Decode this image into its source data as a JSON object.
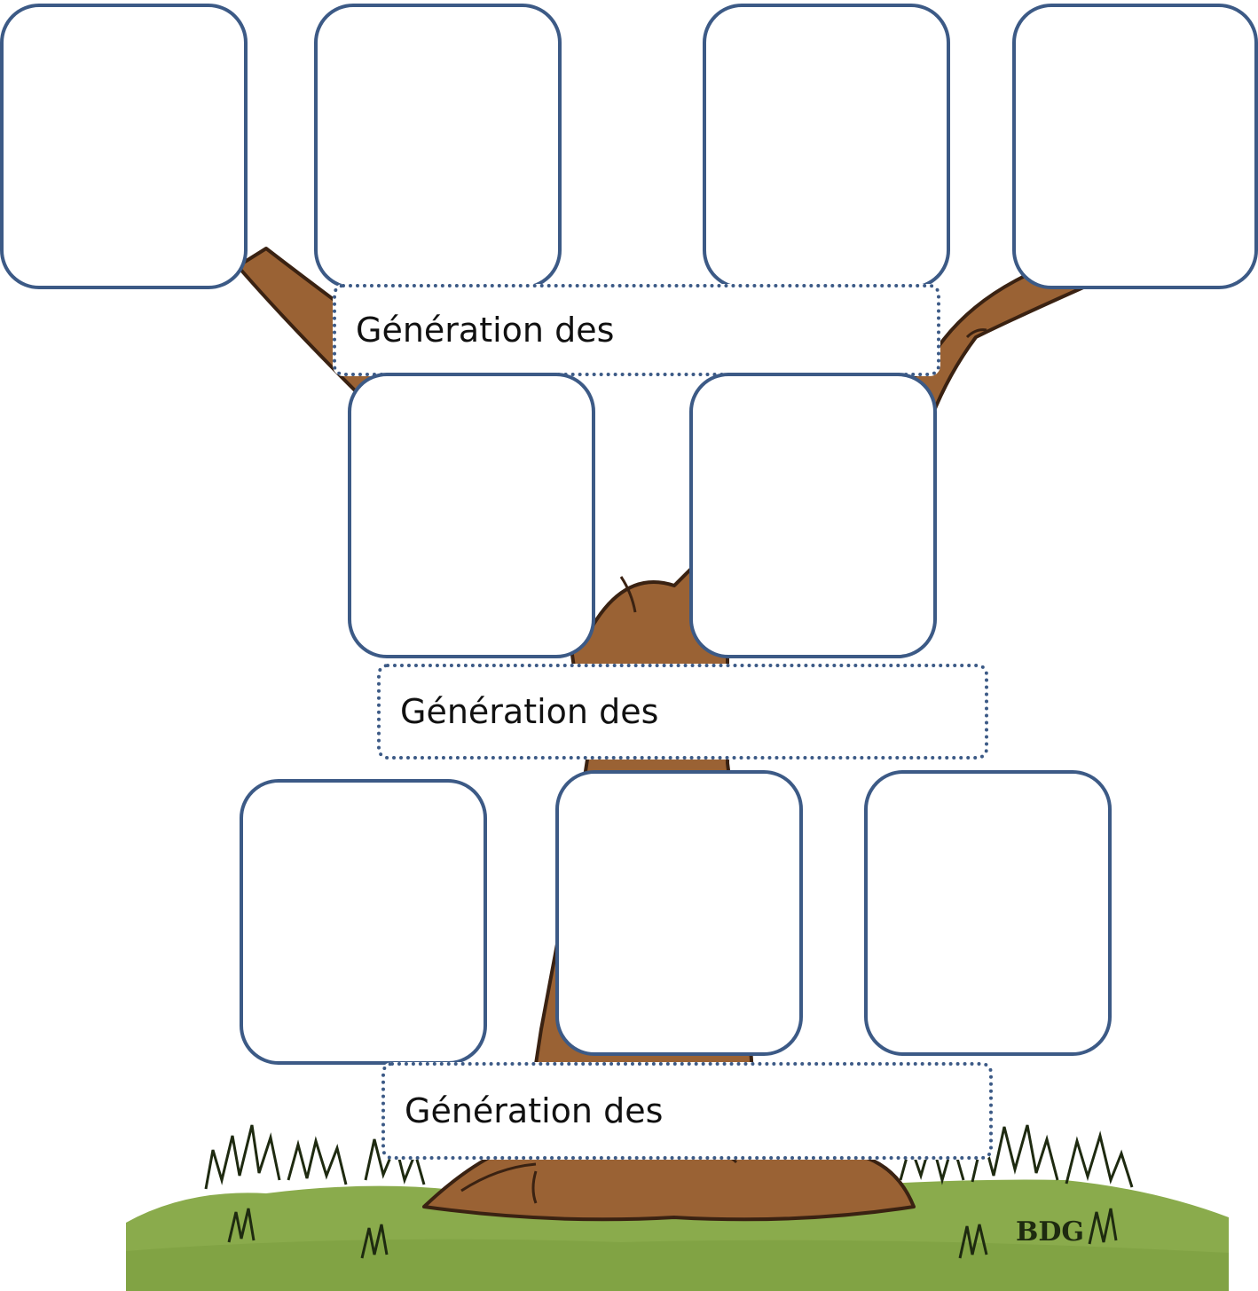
{
  "colors": {
    "frame_border": "#3c5a86",
    "trunk": "#9a6234",
    "grass": "#8aab4c"
  },
  "generations": [
    {
      "label": "Génération des",
      "cards": 4
    },
    {
      "label": "Génération des",
      "cards": 2
    },
    {
      "label": "Génération des",
      "cards": 3
    }
  ],
  "signature": "BDG"
}
